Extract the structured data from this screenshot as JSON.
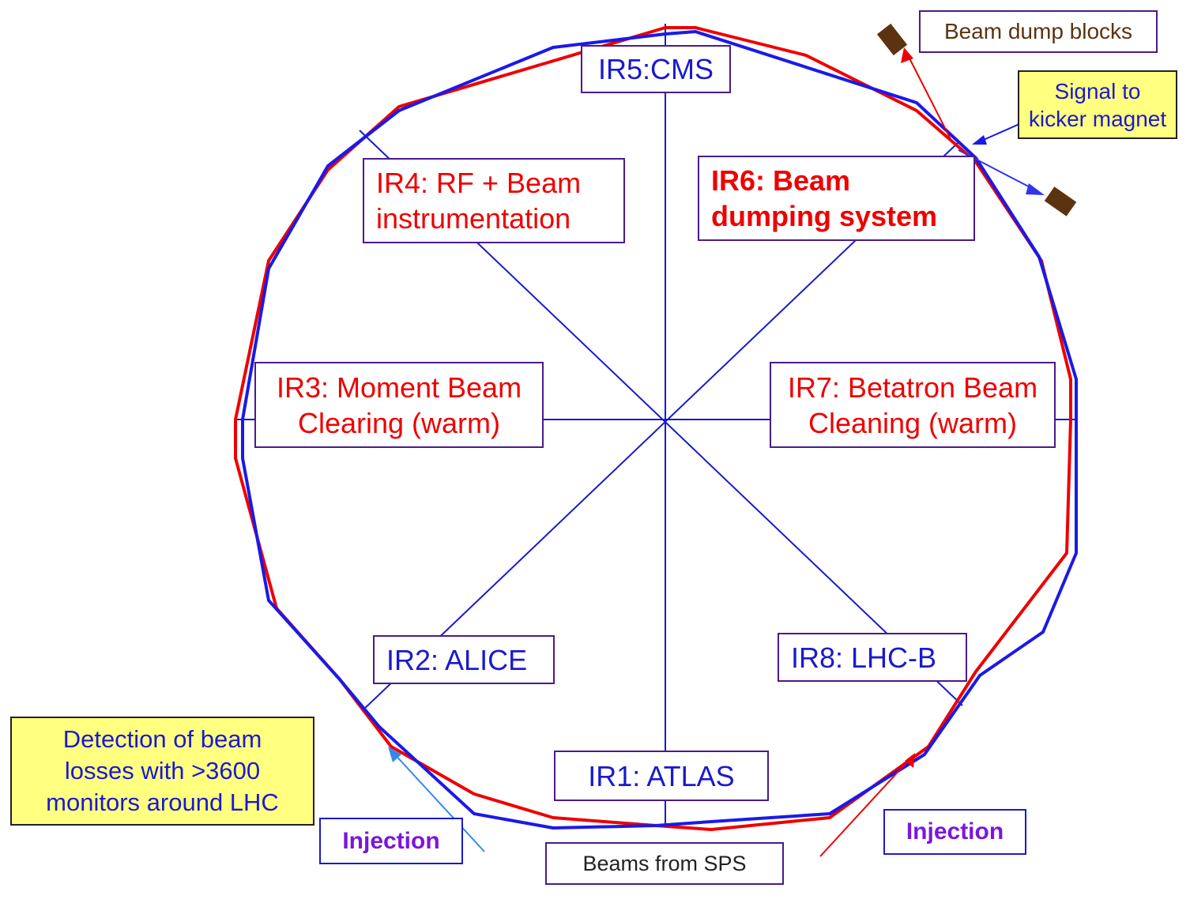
{
  "labels": {
    "ir1": [
      "IR1: ATLAS"
    ],
    "ir2": [
      "IR2: ALICE"
    ],
    "ir3": [
      "IR3: Moment Beam",
      "Clearing (warm)"
    ],
    "ir4": [
      "IR4: RF + Beam",
      "instrumentation"
    ],
    "ir5": [
      "IR5:CMS"
    ],
    "ir6": [
      "IR6: Beam",
      "dumping system"
    ],
    "ir7": [
      "IR7: Betatron Beam",
      "Cleaning (warm)"
    ],
    "ir8": [
      "IR8: LHC-B"
    ],
    "beam_dump_blocks": "Beam dump blocks",
    "signal_kicker": [
      "Signal to",
      "kicker magnet"
    ],
    "detection": [
      "Detection of beam",
      "losses with >3600",
      "monitors around LHC"
    ],
    "injection_left": "Injection",
    "injection_right": "Injection",
    "beams_from_sps": "Beams from SPS"
  },
  "colors": {
    "beam_red": "#ee0000",
    "beam_blue": "#1a1ae8",
    "spoke": "#1a1acd",
    "box_border": "#4b1a8c",
    "callout_yellow": "#ffff80",
    "injection_text": "#7a16dd",
    "dump_block": "#5c3310"
  },
  "icons": [
    "dump-block-icon-top",
    "dump-block-icon-right"
  ]
}
